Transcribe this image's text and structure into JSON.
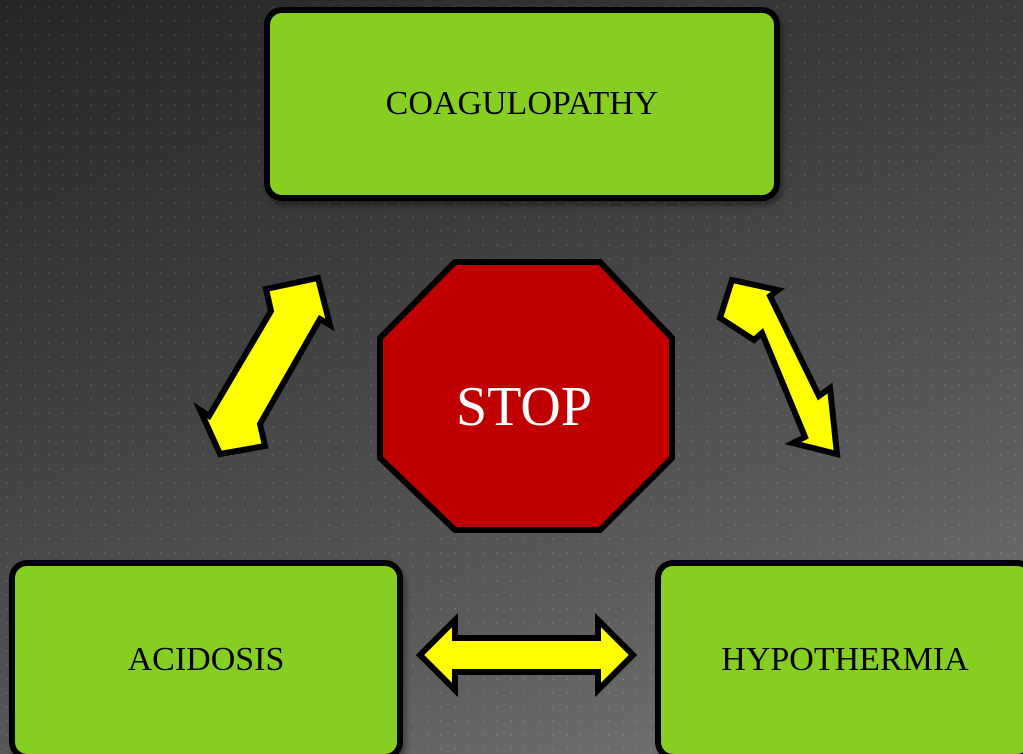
{
  "diagram": {
    "nodes": {
      "top": {
        "label": "COAGULOPATHY"
      },
      "left": {
        "label": "ACIDOSIS"
      },
      "right": {
        "label": "HYPOTHERMIA"
      }
    },
    "center": {
      "label": "STOP"
    }
  },
  "colors": {
    "box_fill": "#86cf22",
    "box_border": "#000000",
    "stop_fill": "#c00000",
    "stop_text": "#ffffff",
    "arrow_fill": "#ffff00",
    "arrow_border": "#000000"
  },
  "arrows": [
    {
      "from": "top",
      "to": "left",
      "direction": "both"
    },
    {
      "from": "top",
      "to": "right",
      "direction": "both"
    },
    {
      "from": "left",
      "to": "right",
      "direction": "both"
    }
  ]
}
